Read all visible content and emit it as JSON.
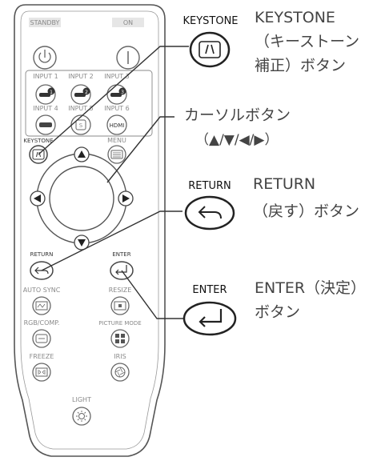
{
  "remote": {
    "standby": "STANDBY",
    "on": "ON",
    "inputs": [
      "INPUT 1",
      "INPUT 2",
      "INPUT 3",
      "INPUT 4",
      "INPUT 5",
      "INPUT 6"
    ],
    "input_badges": [
      "1",
      "2",
      "3"
    ],
    "hdmi_badge": "HDMI",
    "keystone": "KEYSTONE",
    "menu": "MENU",
    "return": "RETURN",
    "enter": "ENTER",
    "auto_sync": "AUTO SYNC",
    "resize": "RESIZE",
    "rgb_comp": "RGB/COMP.",
    "picture_mode": "PICTURE MODE",
    "freeze": "FREEZE",
    "iris": "IRIS",
    "light": "LIGHT"
  },
  "callouts": {
    "keystone": {
      "key_label": "KEYSTONE",
      "lines": [
        "KEYSTONE",
        "（キーストーン",
        "補正）ボタン"
      ]
    },
    "cursor": {
      "lines": [
        "カーソルボタン",
        "（▲/▼/◀/▶）"
      ]
    },
    "return": {
      "key_label": "RETURN",
      "lines": [
        "RETURN",
        "（戻す）ボタン"
      ]
    },
    "enter": {
      "key_label": "ENTER",
      "lines": [
        "ENTER（決定）",
        "ボタン"
      ]
    }
  },
  "colors": {
    "outline": "#444444",
    "label_gray": "#8a8a8a",
    "callout_text": "#444444"
  }
}
